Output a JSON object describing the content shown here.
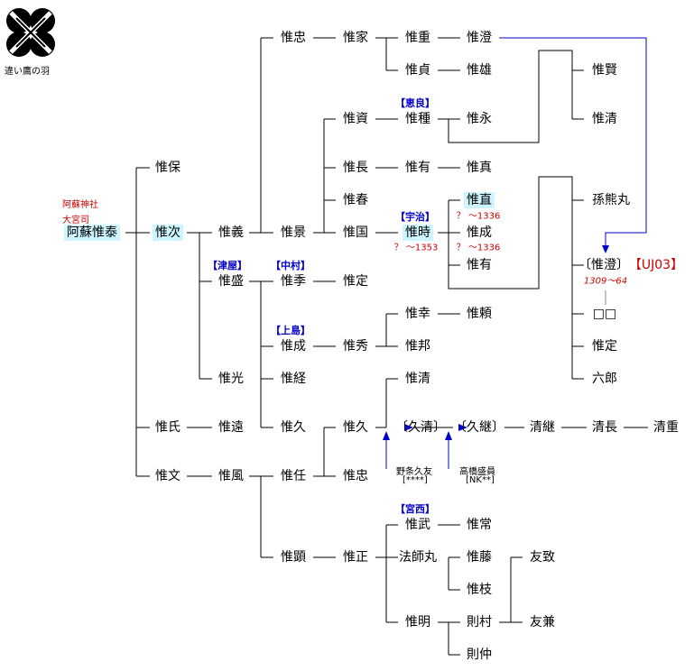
{
  "crest_caption": "違い鷹の羽",
  "root_notes": [
    "阿蘇神社",
    "大宮司"
  ],
  "nodes": {
    "koreyasu": "阿蘇惟泰",
    "koreyasu_b": "惟保",
    "koretsugu": "惟次",
    "koreuji": "惟氏",
    "korefumi": "惟文",
    "koreyoshi": "惟義",
    "koremori": "惟盛",
    "koremitsu": "惟光",
    "koretoo": "惟遠",
    "korekaze": "惟風",
    "koretada1": "惟忠",
    "korekage": "惟景",
    "koresue": "惟季",
    "korenari1": "惟成",
    "koretsune": "惟経",
    "korehisa1": "惟久",
    "koretou": "惟任",
    "koreaki": "惟顕",
    "koreie": "惟家",
    "koresuke": "惟資",
    "korenaga": "惟長",
    "koreharu": "惟春",
    "korekuni": "惟国",
    "koresada1": "惟定",
    "korehide": "惟秀",
    "korehisa2": "惟久",
    "koretada2": "惟忠",
    "koremasa": "惟正",
    "koreshige": "惟重",
    "koresada2": "惟貞",
    "koretane": "惟種",
    "kore_ari1": "惟有",
    "koretoki": "惟時",
    "koreyuki": "惟幸",
    "korekuni2": "惟邦",
    "korekiyo1": "惟清",
    "hisakiyo": "〔久清〕",
    "koretake": "惟武",
    "hoshimaru": "法師丸",
    "koreakira": "惟明",
    "koresumi1": "惟澄",
    "koreo": "惟雄",
    "korenaga2": "惟永",
    "koresane": "惟真",
    "korenao": "惟直",
    "korenari2": "惟成",
    "kore_ari2": "惟有",
    "koreyori": "惟頼",
    "hisatsugu": "〔久継〕",
    "koretsune2": "惟常",
    "korefuji": "惟藤",
    "koreeda": "惟枝",
    "norimura": "則村",
    "torinaka": "則仲",
    "korekata": "惟賢",
    "korekiyo2": "惟清",
    "magokuma": "孫熊丸",
    "koresumi2": "〔惟澄〕",
    "unknown": "□□",
    "koresada3": "惟定",
    "rokuro": "六郎",
    "kiyotsugu": "清継",
    "kiyonaga": "清長",
    "kiyoshige": "清重",
    "tomomune": "友致",
    "tomokane": "友兼"
  },
  "branch_labels": {
    "megura": "【恵良】",
    "uji": "【宇治】",
    "tsuya": "【津屋】",
    "nakamura": "【中村】",
    "kamijima": "【上島】",
    "miyanishi": "【宮西】"
  },
  "dates": {
    "koretoki": "？ ～1353",
    "korenao": "？ ～1336",
    "korenari2": "？ ～1336",
    "koresumi2": "1309～64"
  },
  "code_label": "【UJ03】",
  "notes": {
    "nonaka_name": "野条久友",
    "nonaka_code": "[****]",
    "takahashi_name": "高橋盛員",
    "takahashi_code": "[NK**]"
  }
}
